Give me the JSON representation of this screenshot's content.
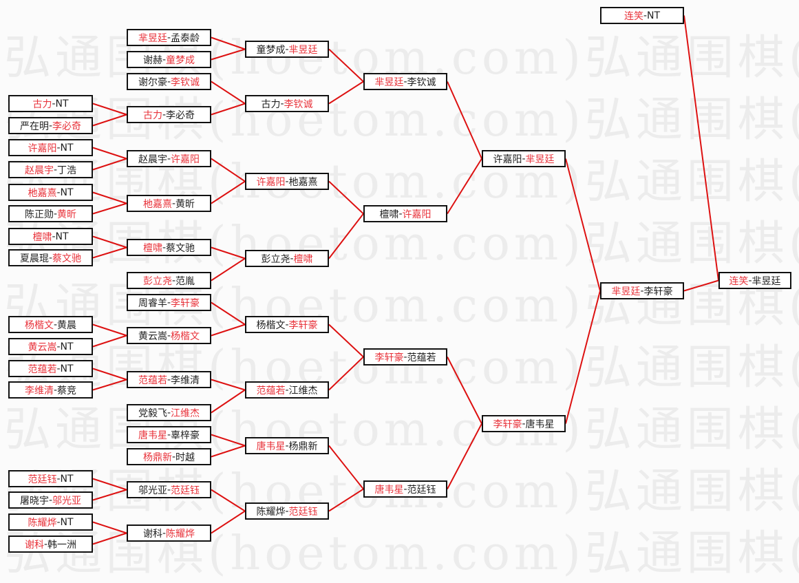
{
  "watermark": {
    "text": "弘通围棋(hoetom.com)弘通围棋(hoetom.com)"
  },
  "colors": {
    "line": "#dd1111",
    "winner_text": "#e8323a",
    "other_text": "#222222",
    "border": "#111111"
  },
  "rounds": [
    {
      "name": "round-1",
      "matches": [
        {
          "p1": "古力",
          "p2": "NT",
          "winner": "p1"
        },
        {
          "p1": "严在明",
          "p2": "李必奇",
          "winner": "p2"
        },
        {
          "p1": "许嘉阳",
          "p2": "NT",
          "winner": "p1"
        },
        {
          "p1": "赵晨宇",
          "p2": "丁浩",
          "winner": "p1"
        },
        {
          "p1": "杝嘉熹",
          "p2": "NT",
          "winner": "p1"
        },
        {
          "p1": "陈正勋",
          "p2": "黄昕",
          "winner": "p2"
        },
        {
          "p1": "檀啸",
          "p2": "NT",
          "winner": "p1"
        },
        {
          "p1": "夏晨琨",
          "p2": "蔡文驰",
          "winner": "p2"
        },
        {
          "p1": "杨楷文",
          "p2": "黄晨",
          "winner": "p1"
        },
        {
          "p1": "黄云嵩",
          "p2": "NT",
          "winner": "p1"
        },
        {
          "p1": "范蕴若",
          "p2": "NT",
          "winner": "p1"
        },
        {
          "p1": "李维清",
          "p2": "蔡竞",
          "winner": "p1"
        },
        {
          "p1": "范廷钰",
          "p2": "NT",
          "winner": "p1"
        },
        {
          "p1": "屠晓宇",
          "p2": "邬光亚",
          "winner": "p2"
        },
        {
          "p1": "陈耀烨",
          "p2": "NT",
          "winner": "p1"
        },
        {
          "p1": "谢科",
          "p2": "韩一洲",
          "winner": "p1"
        }
      ]
    },
    {
      "name": "round-2",
      "matches": [
        {
          "p1": "芈昱廷",
          "p2": "孟泰龄",
          "winner": "p1"
        },
        {
          "p1": "谢赫",
          "p2": "童梦成",
          "winner": "p2"
        },
        {
          "p1": "谢尔豪",
          "p2": "李钦诚",
          "winner": "p2"
        },
        {
          "p1": "古力",
          "p2": "李必奇",
          "winner": "p1"
        },
        {
          "p1": "赵晨宇",
          "p2": "许嘉阳",
          "winner": "p2"
        },
        {
          "p1": "杝嘉熹",
          "p2": "黄昕",
          "winner": "p1"
        },
        {
          "p1": "檀啸",
          "p2": "蔡文驰",
          "winner": "p1"
        },
        {
          "p1": "彭立尧",
          "p2": "范胤",
          "winner": "p1"
        },
        {
          "p1": "周睿羊",
          "p2": "李轩豪",
          "winner": "p2"
        },
        {
          "p1": "黄云嵩",
          "p2": "杨楷文",
          "winner": "p2"
        },
        {
          "p1": "范蕴若",
          "p2": "李维清",
          "winner": "p1"
        },
        {
          "p1": "党毅飞",
          "p2": "江维杰",
          "winner": "p2"
        },
        {
          "p1": "唐韦星",
          "p2": "辜梓豪",
          "winner": "p1"
        },
        {
          "p1": "杨鼎新",
          "p2": "时越",
          "winner": "p1"
        },
        {
          "p1": "邬光亚",
          "p2": "范廷钰",
          "winner": "p2"
        },
        {
          "p1": "谢科",
          "p2": "陈耀烨",
          "winner": "p2"
        }
      ]
    },
    {
      "name": "round-3",
      "matches": [
        {
          "p1": "童梦成",
          "p2": "芈昱廷",
          "winner": "p2"
        },
        {
          "p1": "古力",
          "p2": "李钦诚",
          "winner": "p2"
        },
        {
          "p1": "许嘉阳",
          "p2": "杝嘉熹",
          "winner": "p1"
        },
        {
          "p1": "彭立尧",
          "p2": "檀啸",
          "winner": "p2"
        },
        {
          "p1": "杨楷文",
          "p2": "李轩豪",
          "winner": "p2"
        },
        {
          "p1": "范蕴若",
          "p2": "江维杰",
          "winner": "p1"
        },
        {
          "p1": "唐韦星",
          "p2": "杨鼎新",
          "winner": "p1"
        },
        {
          "p1": "陈耀烨",
          "p2": "范廷钰",
          "winner": "p2"
        }
      ]
    },
    {
      "name": "round-4",
      "matches": [
        {
          "p1": "芈昱廷",
          "p2": "李钦诚",
          "winner": "p1"
        },
        {
          "p1": "檀啸",
          "p2": "许嘉阳",
          "winner": "p2"
        },
        {
          "p1": "李轩豪",
          "p2": "范蕴若",
          "winner": "p1"
        },
        {
          "p1": "唐韦星",
          "p2": "范廷钰",
          "winner": "p1"
        }
      ]
    },
    {
      "name": "round-5",
      "matches": [
        {
          "p1": "许嘉阳",
          "p2": "芈昱廷",
          "winner": "p2"
        },
        {
          "p1": "李轩豪",
          "p2": "唐韦星",
          "winner": "p1"
        }
      ]
    },
    {
      "name": "round-6",
      "matches": [
        {
          "p1": "芈昱廷",
          "p2": "李轩豪",
          "winner": "p1"
        }
      ]
    },
    {
      "name": "seed",
      "matches": [
        {
          "p1": "连笑",
          "p2": "NT",
          "winner": "p1"
        }
      ]
    },
    {
      "name": "final",
      "matches": [
        {
          "p1": "连笑",
          "p2": "芈昱廷",
          "winner": "p1"
        }
      ]
    }
  ],
  "separator": "-"
}
